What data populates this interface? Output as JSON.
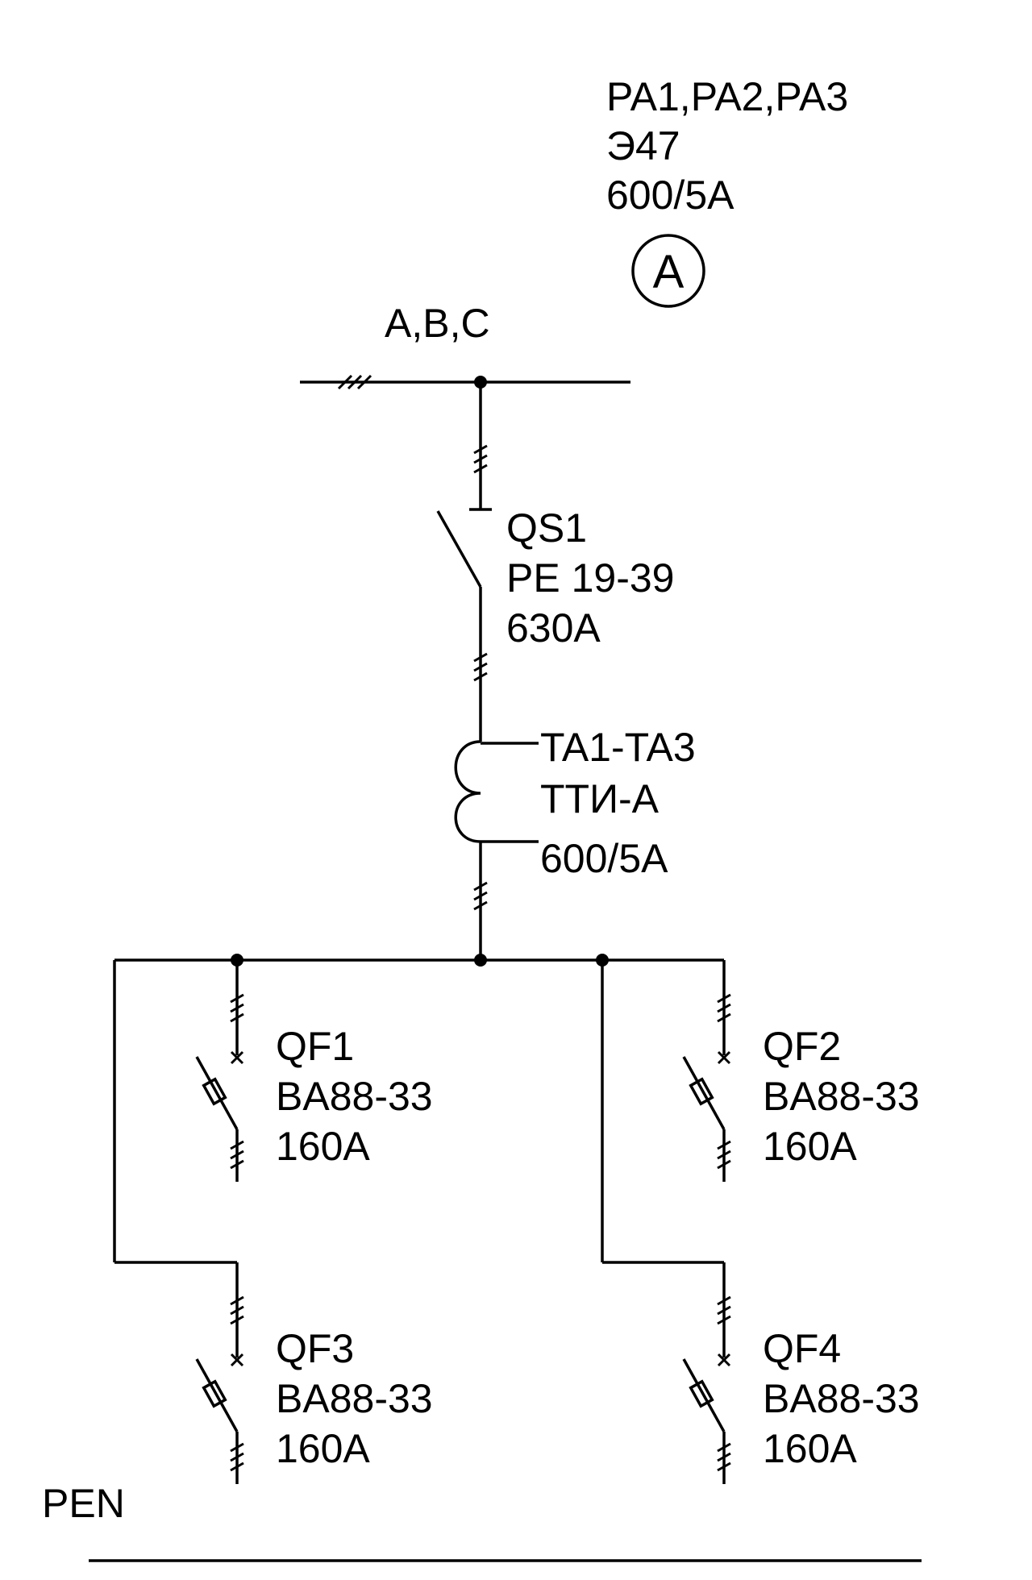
{
  "meter": {
    "designation": "PA1,PA2,PA3",
    "type": "Э47",
    "rating": "600/5A",
    "symbol": "A"
  },
  "busbar": {
    "phases": "A,B,C"
  },
  "disconnector": {
    "designation": "QS1",
    "type": "PE 19-39",
    "rating": "630A"
  },
  "current_transformer": {
    "designation": "TA1-TA3",
    "type": "ТТИ-А",
    "rating": "600/5A"
  },
  "breakers": [
    {
      "designation": "QF1",
      "type": "BA88-33",
      "rating": "160A"
    },
    {
      "designation": "QF2",
      "type": "BA88-33",
      "rating": "160A"
    },
    {
      "designation": "QF3",
      "type": "BA88-33",
      "rating": "160A"
    },
    {
      "designation": "QF4",
      "type": "BA88-33",
      "rating": "160A"
    }
  ],
  "pen_bus": {
    "label": "PEN"
  }
}
